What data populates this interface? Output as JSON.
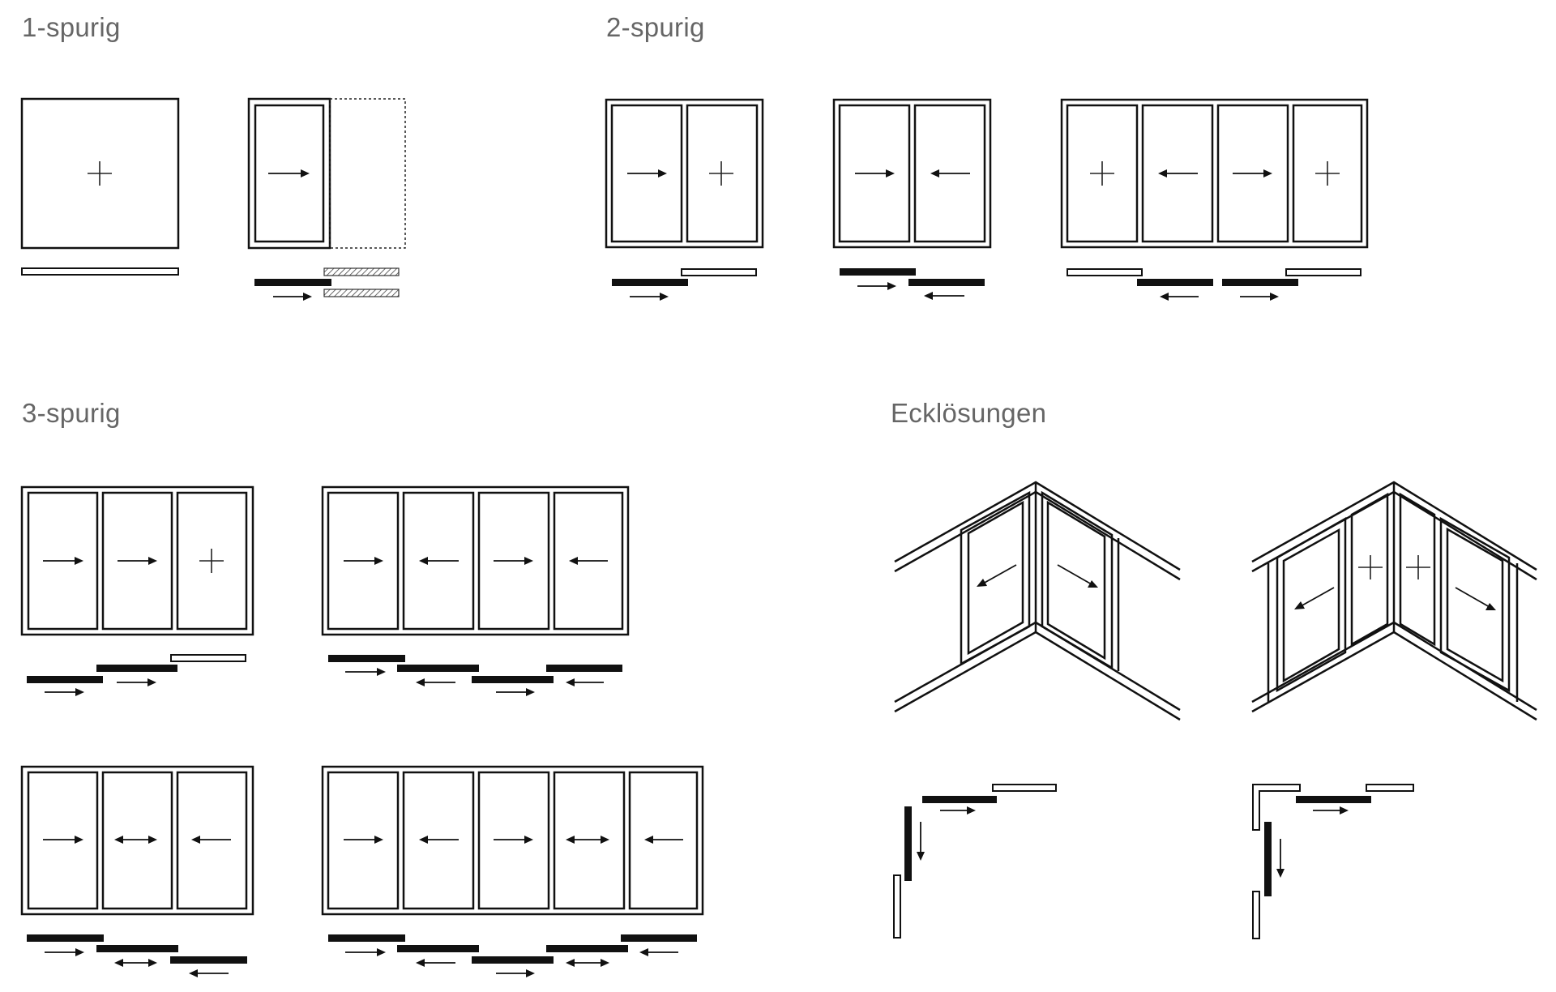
{
  "sections": {
    "one_track": {
      "title": "1-spurig"
    },
    "two_track": {
      "title": "2-spurig"
    },
    "three_track": {
      "title": "3-spurig"
    },
    "corner": {
      "title": "Ecklösungen"
    }
  },
  "icons": {
    "fixed_panel": "cross-icon",
    "sliding_right": "arrow-right-icon",
    "sliding_left": "arrow-left-icon",
    "sliding_both": "arrow-double-icon",
    "sliding_diagonal": "arrow-diagonal-icon"
  },
  "colors": {
    "heading": "#666666",
    "line": "#111111",
    "background": "#ffffff"
  }
}
